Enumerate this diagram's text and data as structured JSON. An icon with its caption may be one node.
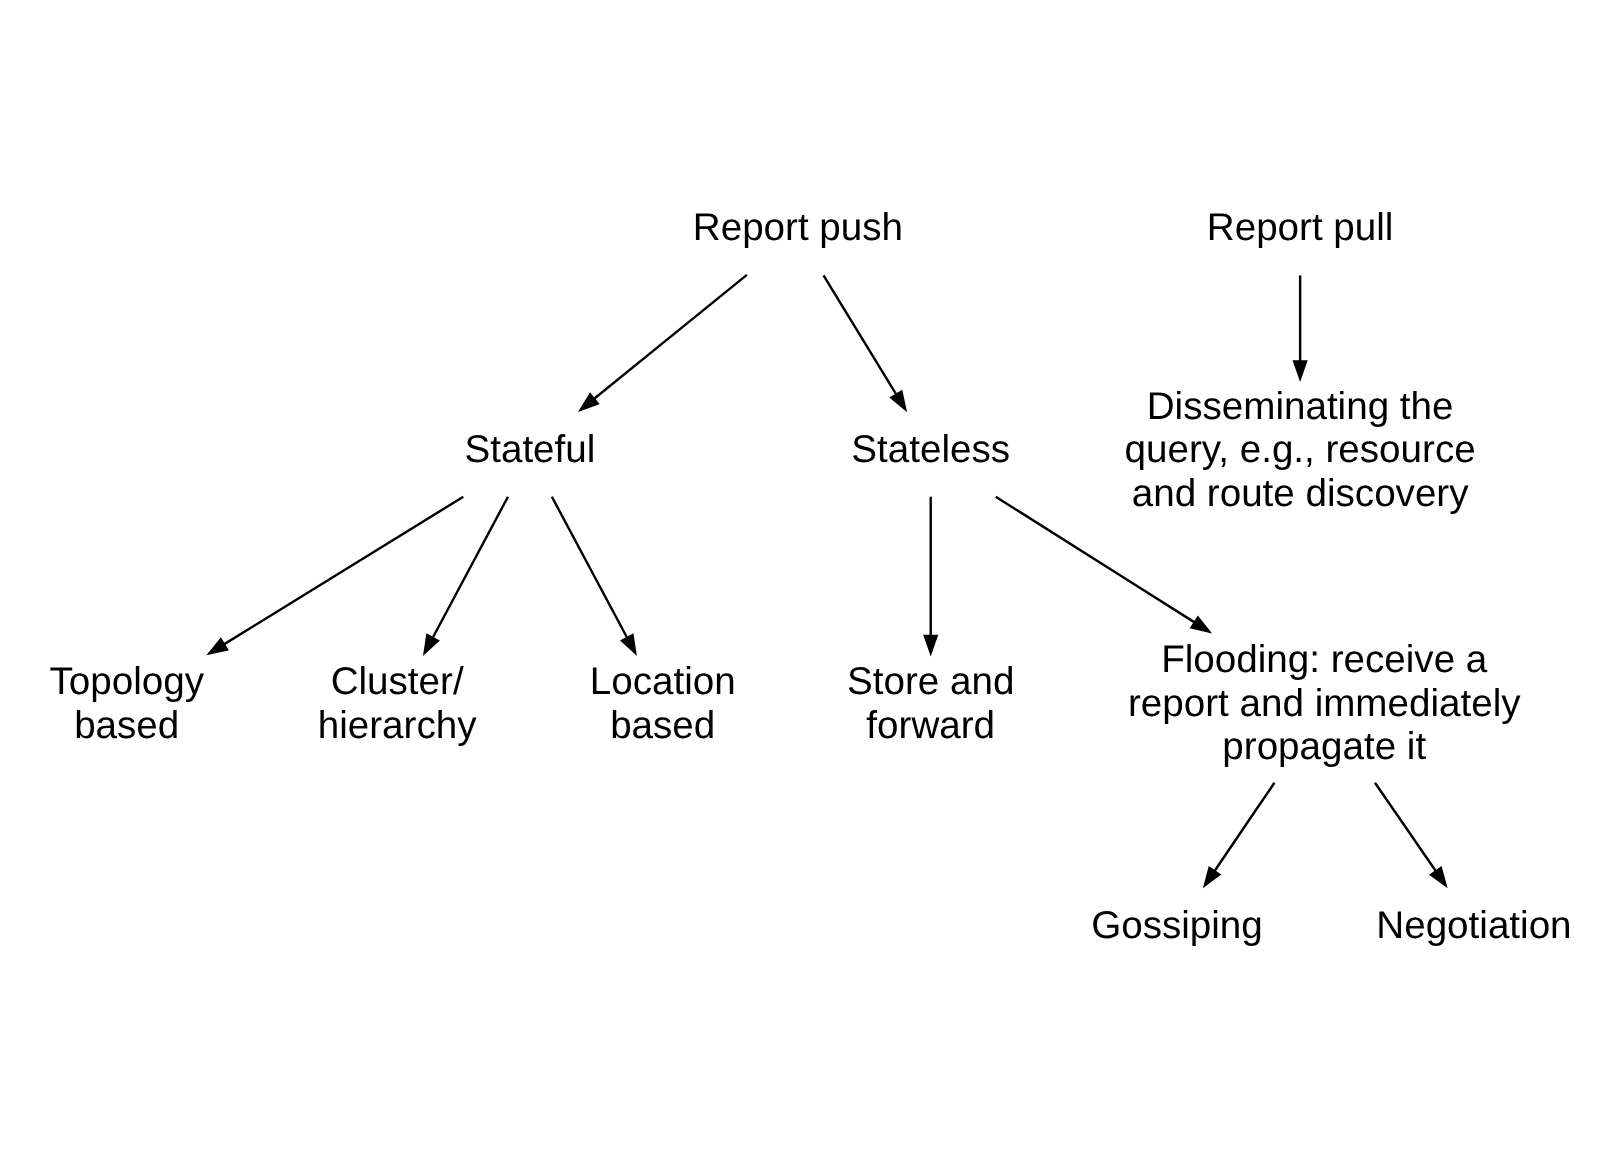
{
  "diagram": {
    "nodes": [
      {
        "text": [
          "Report push"
        ]
      },
      {
        "text": [
          "Report pull"
        ]
      },
      {
        "text": [
          "Stateful"
        ]
      },
      {
        "text": [
          "Stateless"
        ]
      },
      {
        "text": [
          "Disseminating the query, e.g., resource and route discovery"
        ]
      },
      {
        "text": [
          "Topology based"
        ]
      },
      {
        "text": [
          "Cluster/ hierarchy"
        ]
      },
      {
        "text": [
          "Location based"
        ]
      },
      {
        "text": [
          "Store and forward"
        ]
      },
      {
        "text": [
          "Flooding: receive a report and immediately propagate it"
        ]
      },
      {
        "text": [
          "Gossiping"
        ]
      },
      {
        "text": [
          "Negotiation"
        ]
      }
    ],
    "edges": [
      {
        "from": 0,
        "to": 2,
        "arrow": "to"
      },
      {
        "from": 0,
        "to": 3,
        "arrow": "to"
      },
      {
        "from": 1,
        "to": 4,
        "arrow": "to"
      },
      {
        "from": 2,
        "to": 5,
        "arrow": "to"
      },
      {
        "from": 2,
        "to": 6,
        "arrow": "to"
      },
      {
        "from": 2,
        "to": 7,
        "arrow": "to"
      },
      {
        "from": 3,
        "to": 8,
        "arrow": "to"
      },
      {
        "from": 3,
        "to": 9,
        "arrow": "to"
      },
      {
        "from": 9,
        "to": 10,
        "arrow": "to"
      },
      {
        "from": 9,
        "to": 11,
        "arrow": "to"
      }
    ]
  }
}
